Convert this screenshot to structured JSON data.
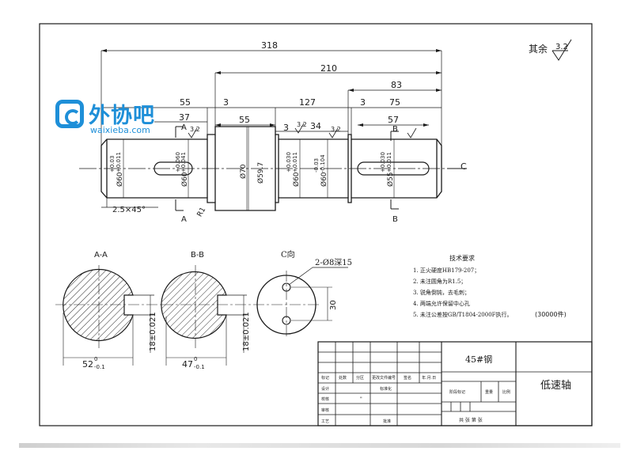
{
  "watermark": {
    "name": "外协吧",
    "url": "waixieba.com"
  },
  "roughness": {
    "label": "其余",
    "value": "3.2"
  },
  "dimensions": {
    "overall": "318",
    "d210": "210",
    "d83": "83",
    "d55a": "55",
    "d3a": "3",
    "d127": "127",
    "d3b": "3",
    "d75": "75",
    "d37": "37",
    "d55b": "55",
    "d34": "34",
    "d3c": "3",
    "d57": "57",
    "chamfer": "2.5×45°",
    "r1": "R1",
    "dia1": "Ø60",
    "dia1_tol_upper": "+0.03",
    "dia1_tol_lower": "+0.011",
    "dia2": "Ø60",
    "dia2_tol_upper": "+0.060",
    "dia2_tol_lower": "+0.041",
    "dia3": "Ø70",
    "dia4": "Ø59.7",
    "dia5": "Ø60",
    "dia5_tol_upper": "+0.030",
    "dia5_tol_lower": "+0.011",
    "dia6": "Ø60",
    "dia6_tol_upper": "-0.03",
    "dia6_tol_lower": "-0.104",
    "dia7": "Ø55",
    "dia7_tol_upper": "+0.030",
    "dia7_tol_lower": "+0.011",
    "roughness_a": "3.2",
    "roughness_b": "3.2",
    "roughness_c": "3.2"
  },
  "section_marks": {
    "a": "A",
    "b": "B",
    "c": "C"
  },
  "sections": {
    "aa_title": "A-A",
    "bb_title": "B-B",
    "c_title": "C向",
    "aa_width": "52",
    "aa_width_tol": "-0.1",
    "aa_width_tol_upper": "0",
    "aa_depth": "18±0.021",
    "bb_width": "47",
    "bb_width_tol": "-0.1",
    "bb_width_tol_upper": "0",
    "bb_depth": "18±0.021",
    "c_holes": "2-Ø8深15",
    "c_spacing": "30"
  },
  "tech_requirements": {
    "title": "技术要求",
    "items": [
      "1. 正火硬度HB179-207；",
      "2. 未注圆角为R1.5；",
      "3. 锐角倒钝，去毛刺；",
      "4. 两端允许保留中心孔",
      "5. 未注公差按GB/T1804-2000F执行。"
    ],
    "quantity": "(30000件)"
  },
  "title_block": {
    "material": "45#钢",
    "part_name": "低速轴",
    "row_labels": [
      "标记",
      "设计",
      "校核",
      "审核",
      "工艺"
    ],
    "mid_labels": [
      "处数",
      "分区",
      "更改文件编号",
      "签名",
      "年.月.日"
    ],
    "std_label": "标准化",
    "approve_label": "批准",
    "stage_label": "阶段标记",
    "weight_label": "重量",
    "scale_label": "比例",
    "sheets_label": "共   张   第   张",
    "dash": "\""
  }
}
